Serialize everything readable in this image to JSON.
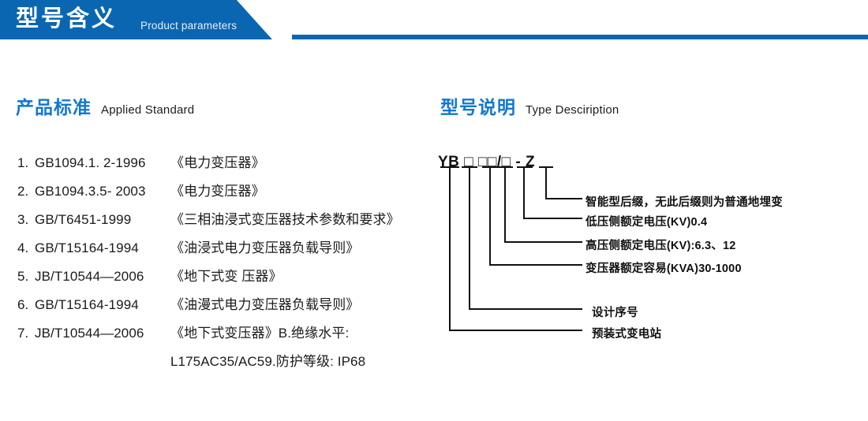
{
  "banner": {
    "title": "型号含义",
    "subtitle": "Product parameters",
    "bar_color": "#0b66b2"
  },
  "theme": {
    "accent_blue": "#1277d1",
    "banner_blue": "#0b66b2",
    "text_dark": "#1a1a1a"
  },
  "sections": {
    "standard": {
      "cn": "产品标准",
      "en": "Applied Standard"
    },
    "type": {
      "cn": "型号说明",
      "en": "Type Desciription"
    }
  },
  "standards": [
    {
      "index": "1.",
      "code": "GB1094.1. 2-1996",
      "name": "《电力变压器》"
    },
    {
      "index": "2.",
      "code": "GB1094.3.5- 2003",
      "name": "《电力变压器》"
    },
    {
      "index": "3.",
      "code": "GB/T6451-1999",
      "name": "《三相油浸式变压器技术参数和要求》"
    },
    {
      "index": "4.",
      "code": "GB/T15164-1994",
      "name": "《油浸式电力变压器负载导则》"
    },
    {
      "index": "5.",
      "code": "JB/T10544—2006",
      "name": "《地下式变 压器》"
    },
    {
      "index": "6.",
      "code": "GB/T15164-1994",
      "name": "《油漫式电力变压器负载导则》"
    },
    {
      "index": "7.",
      "code": "JB/T10544—2006",
      "name": "《地下式变压器》B.绝缘水平:"
    },
    {
      "index": "",
      "code": "",
      "name": "L175AC35/AC59.防护等级: IP68",
      "continuation": true
    }
  ],
  "type_diagram": {
    "code": "YB □  □□/□ - Z",
    "labels": [
      "智能型后缀，无此后缀则为普通地埋变",
      "低压侧额定电压(KV)0.4",
      "高压侧额定电压(KV):6.3、12",
      "变压器额定容易(KVA)30-1000",
      "设计序号",
      "预装式变电站"
    ]
  }
}
